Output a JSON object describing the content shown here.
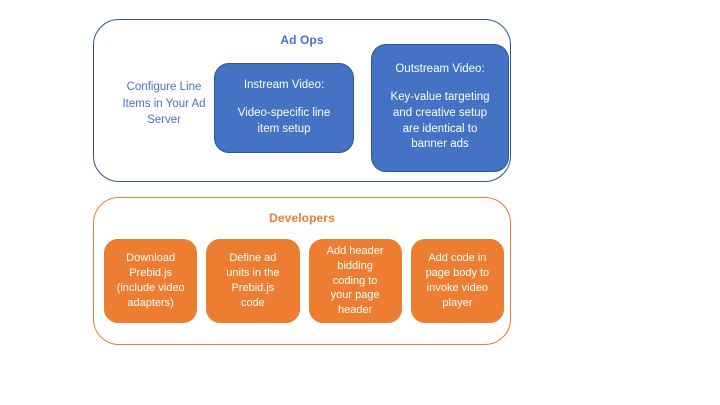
{
  "ad_ops_section": {
    "title": "Ad Ops",
    "side_label": "Configure Line\nItems in Your Ad\nServer",
    "instream_box": {
      "title": "Instream Video:",
      "body": "Video-specific line\nitem setup"
    },
    "outstream_box": {
      "title": "Outstream Video:",
      "body": "Key-value targeting\nand creative setup\nare identical to\nbanner ads"
    }
  },
  "developers_section": {
    "title": "Developers",
    "steps": [
      {
        "label": "Download\nPrebid.js\n(include video\nadapters)"
      },
      {
        "label": "Define ad\nunits in the\nPrebid.js\ncode"
      },
      {
        "label": "Add header\nbidding\ncoding to\nyour page\nheader"
      },
      {
        "label": "Add code in\npage body to\ninvoke video\nplayer"
      }
    ]
  },
  "colors": {
    "blue_fill": "#4472C4",
    "blue_border": "#2F5597",
    "blue_text": "#4472C4",
    "orange_fill": "#ED7D31",
    "orange_border": "#ED7D31",
    "orange_text": "#ED7D31",
    "node_text": "#FFFFFF",
    "background": "#FFFFFF"
  }
}
